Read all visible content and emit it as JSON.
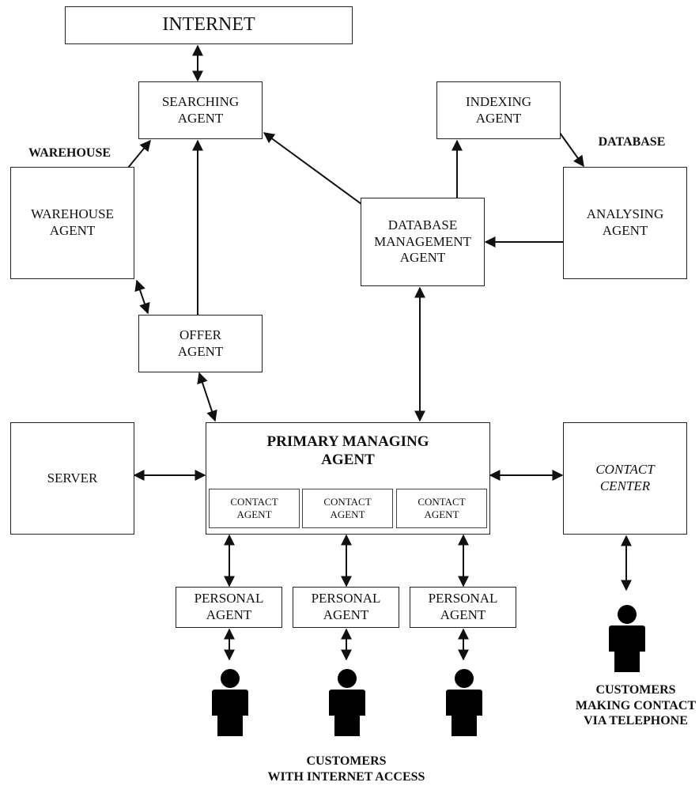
{
  "diagram": {
    "internet": "INTERNET",
    "searching_agent": "SEARCHING\nAGENT",
    "indexing_agent": "INDEXING\nAGENT",
    "warehouse_label": "WAREHOUSE",
    "database_label": "DATABASE",
    "warehouse_agent": "WAREHOUSE\nAGENT",
    "database_management_agent": "DATABASE\nMANAGEMENT\nAGENT",
    "analysing_agent": "ANALYSING\nAGENT",
    "offer_agent": "OFFER\nAGENT",
    "server": "SERVER",
    "primary_managing_agent": "PRIMARY MANAGING\nAGENT",
    "contact_agents": [
      "CONTACT\nAGENT",
      "CONTACT\nAGENT",
      "CONTACT\nAGENT"
    ],
    "contact_center": "CONTACT\nCENTER",
    "personal_agents": [
      "PERSONAL\nAGENT",
      "PERSONAL\nAGENT",
      "PERSONAL\nAGENT"
    ],
    "customers_internet": "CUSTOMERS\nWITH INTERNET ACCESS",
    "customers_telephone": "CUSTOMERS\nMAKING CONTACT\nVIA TELEPHONE"
  }
}
